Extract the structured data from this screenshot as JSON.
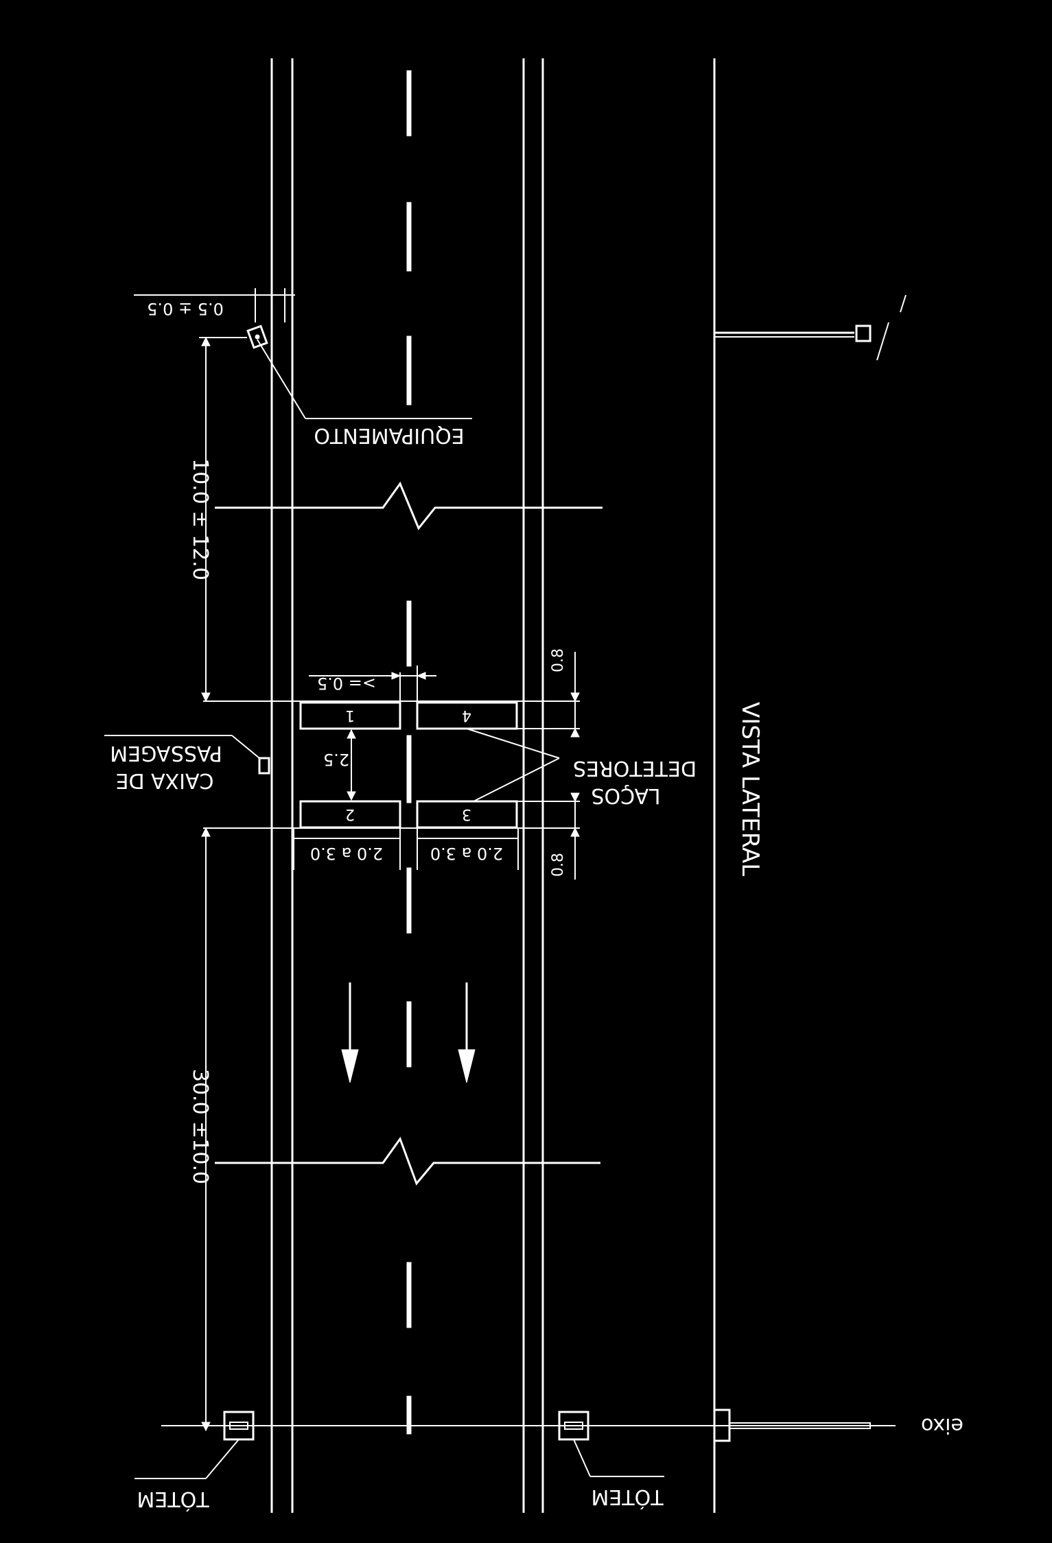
{
  "drawing": {
    "title": "VISTA LATERAL",
    "axis_label": "eixo",
    "labels": {
      "totem_left": "TÓTEM",
      "totem_right": "TÓTEM",
      "equipamento": "EQUIPAMENTO",
      "caixa_line1": "CAIXA DE",
      "caixa_line2": "PASSAGEM",
      "lacos_line1": "LAÇOS",
      "lacos_line2": "DETETORES"
    },
    "dimensions": {
      "offset": "0.5 ± 0.5",
      "dist_upper": "10.0 ± 12.0",
      "dist_lower": "30.0 ±10.0",
      "loop_spacing": "2.5",
      "lane_gap": ">= 0.5",
      "edge_top": "0.8",
      "edge_bottom": "0.8",
      "loop_width_left": "2.0 a 3.0",
      "loop_width_right": "2.0 a 3.0"
    },
    "loops": [
      {
        "id": "1"
      },
      {
        "id": "2"
      },
      {
        "id": "3"
      },
      {
        "id": "4"
      }
    ],
    "colors": {
      "background": "#000000",
      "lines": "#ffffff"
    }
  }
}
